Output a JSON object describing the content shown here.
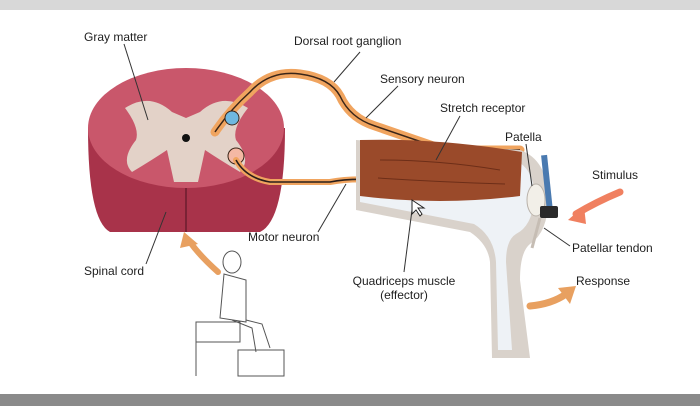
{
  "labels": {
    "gray_matter": "Gray matter",
    "dorsal_root_ganglion": "Dorsal root ganglion",
    "sensory_neuron": "Sensory neuron",
    "stretch_receptor": "Stretch receptor",
    "patella": "Patella",
    "stimulus": "Stimulus",
    "patellar_tendon": "Patellar tendon",
    "response": "Response",
    "spinal_cord": "Spinal cord",
    "motor_neuron": "Motor neuron",
    "quadriceps_line1": "Quadriceps muscle",
    "quadriceps_line2": "(effector)"
  },
  "colors": {
    "spinal_white_matter": "#c9576b",
    "spinal_cord_side": "#a8334a",
    "gray_matter": "#e3d2c8",
    "sensory_neuron": "#f0a45f",
    "motor_neuron": "#2a1e1a",
    "quadriceps": "#9a4a2a",
    "leg_skin": "#d9d2cb",
    "bone": "#eef2f6",
    "arrow_stimulus": "#f08060",
    "arrow_response": "#e8a060"
  }
}
